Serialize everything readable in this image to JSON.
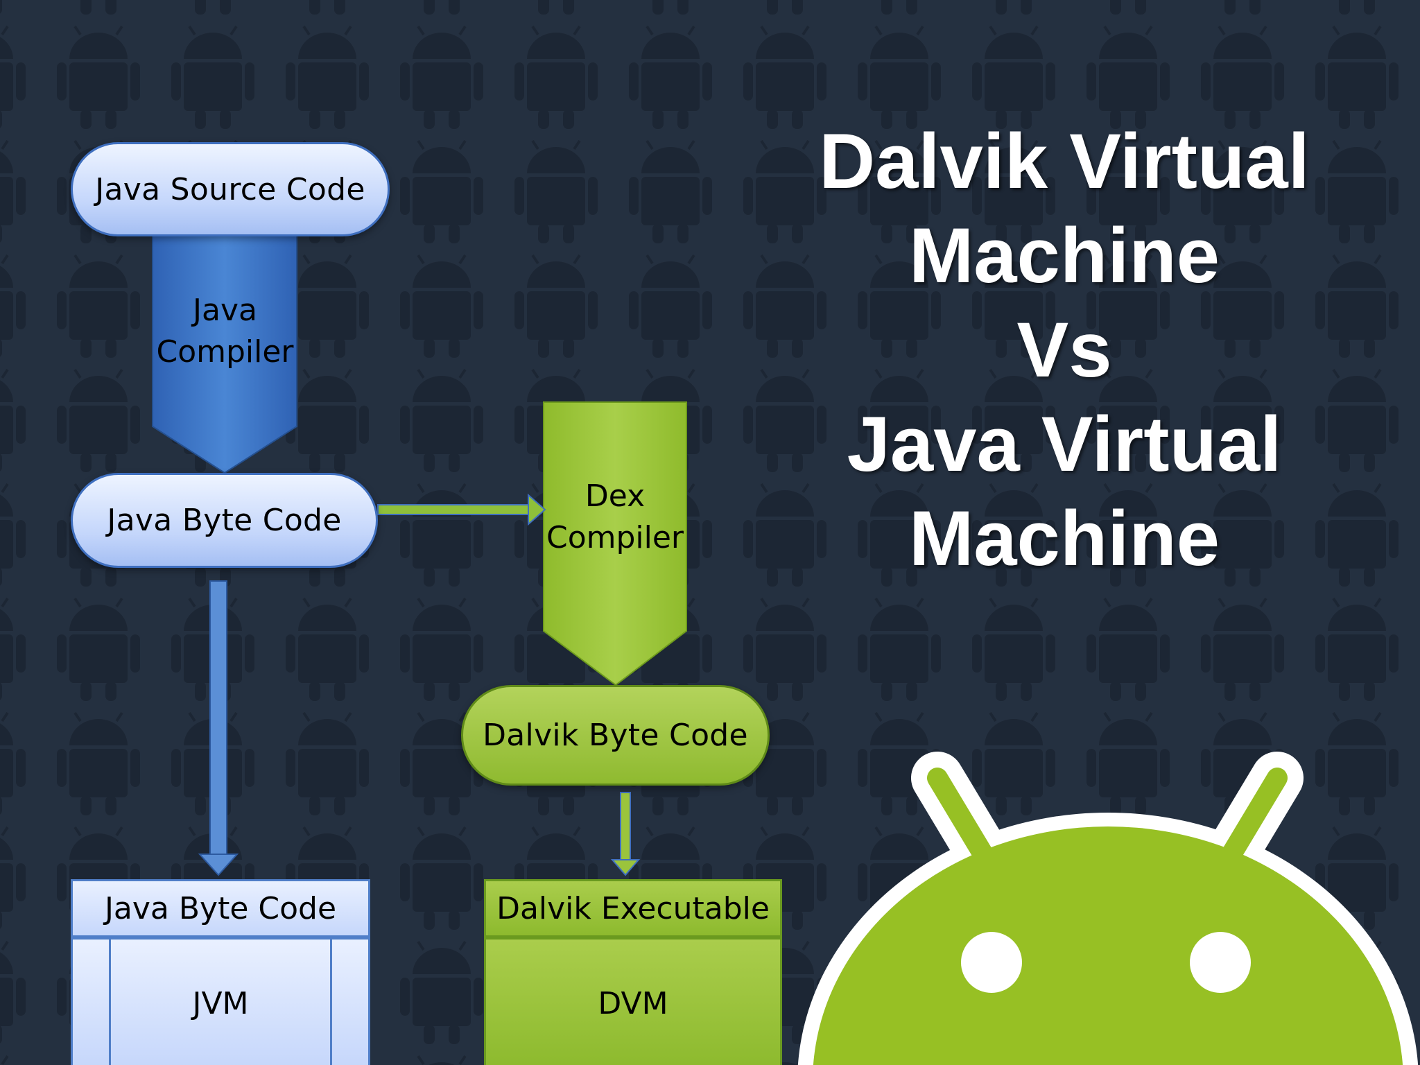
{
  "slide": {
    "title_lines": [
      "Dalvik Virtual",
      "Machine",
      "Vs",
      "Java Virtual",
      "Machine"
    ]
  },
  "java_flow": {
    "source": "Java Source Code",
    "compiler_lines": [
      "Java",
      "Compiler"
    ],
    "bytecode": "Java Byte Code",
    "stack_head": "Java Byte Code",
    "stack_body": "JVM"
  },
  "dalvik_flow": {
    "compiler_lines": [
      "Dex",
      "Compiler"
    ],
    "bytecode": "Dalvik Byte Code",
    "stack_head": "Dalvik Executable",
    "stack_body": "DVM"
  },
  "colors": {
    "background": "#243040",
    "java_blue": "#3f78c8",
    "android_green": "#97c024"
  },
  "icons": {
    "background_pattern": "android-robot-icon",
    "logo": "android-robot-icon"
  }
}
